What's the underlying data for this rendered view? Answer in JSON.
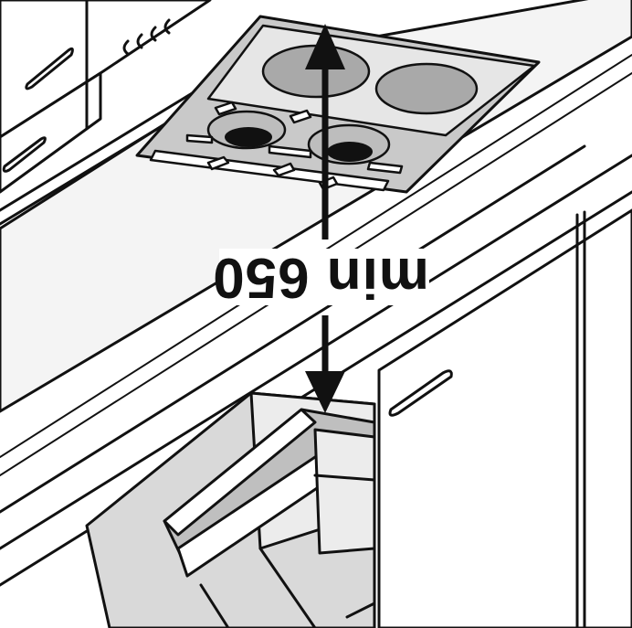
{
  "diagram": {
    "measurement_label": "min 650",
    "colors": {
      "outline": "#111111",
      "glass": "#e6e6e6",
      "frame": "#c9c9c9",
      "zone": "#a9a9a9",
      "hood": "#d9d9d9"
    },
    "icons": {
      "dimension_arrow": "double-headed-arrow",
      "cooktop": "hob-with-ceramic-and-gas-burners",
      "extractor": "chimney-hood"
    }
  }
}
